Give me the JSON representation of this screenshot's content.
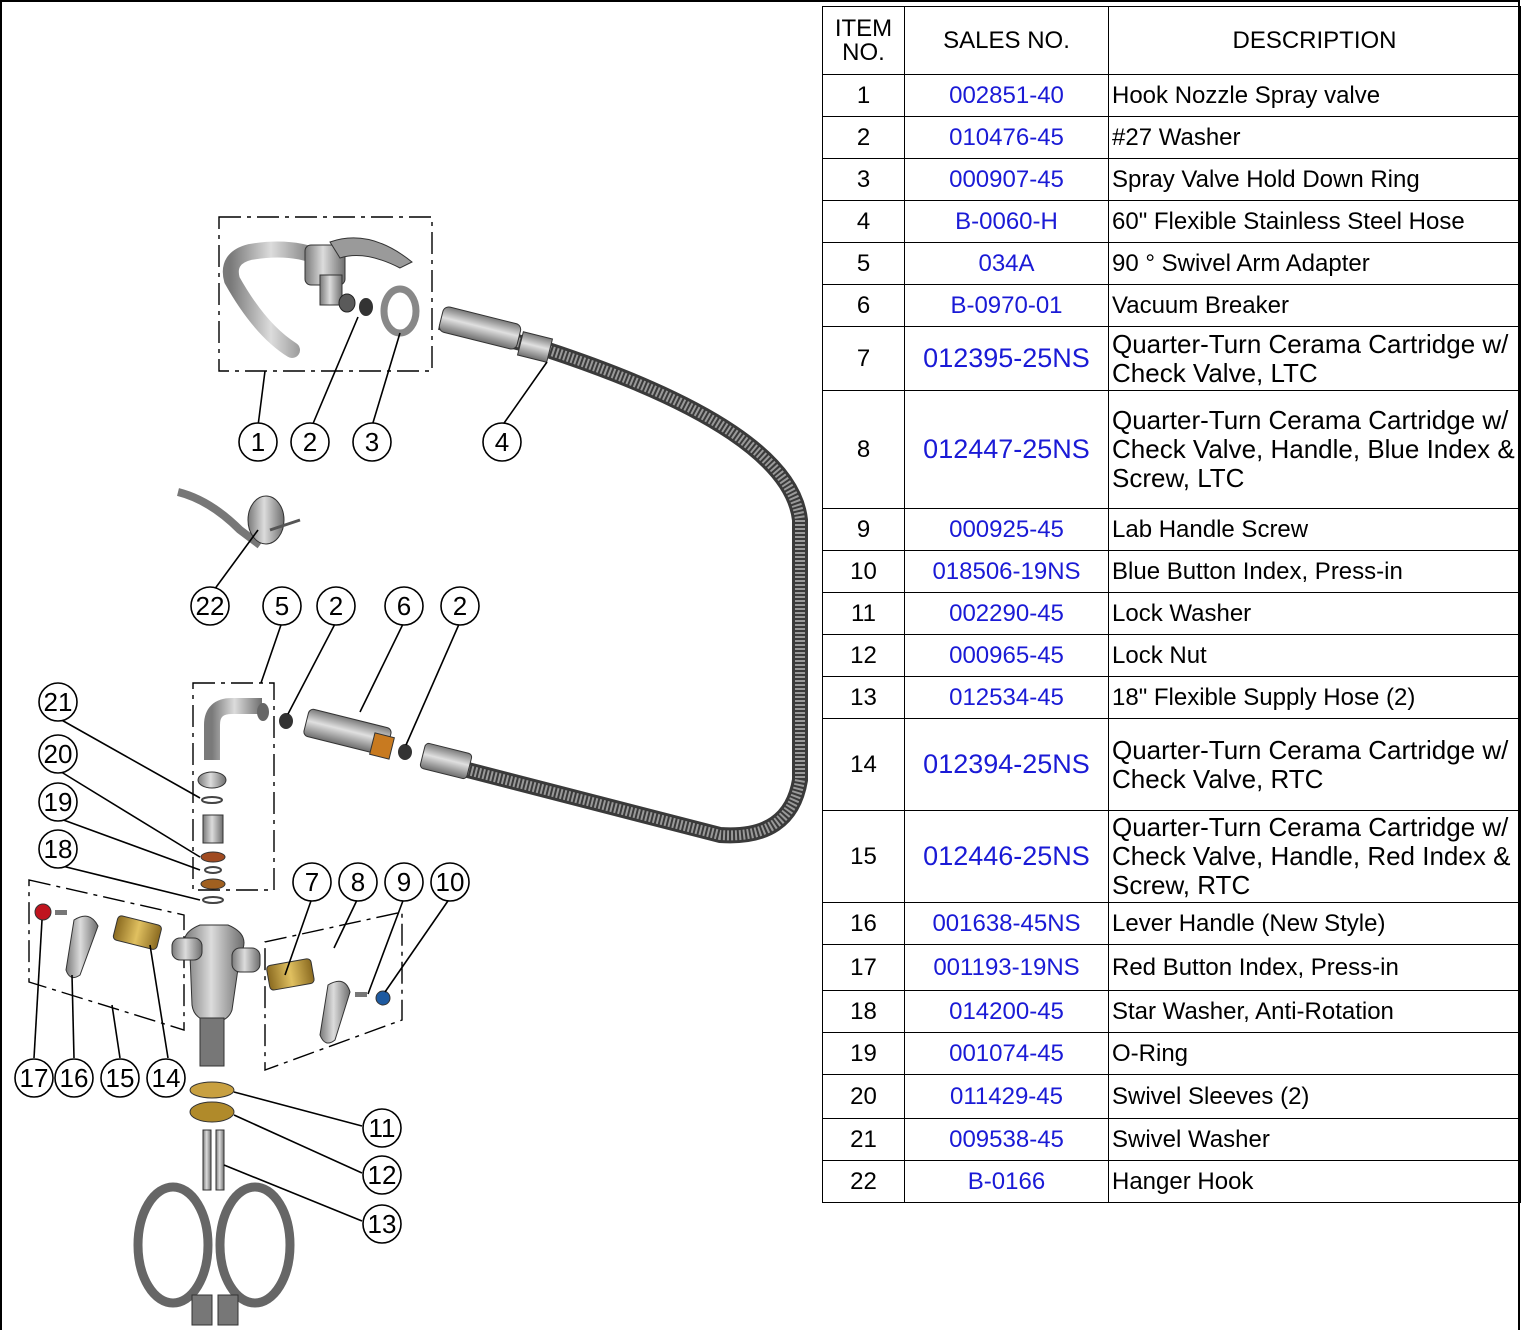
{
  "table": {
    "headers": {
      "item": "ITEM NO.",
      "sales": "SALES NO.",
      "description": "DESCRIPTION"
    },
    "rows": [
      {
        "item": "1",
        "sales": "002851-40",
        "description": "Hook Nozzle Spray valve"
      },
      {
        "item": "2",
        "sales": "010476-45",
        "description": "#27 Washer"
      },
      {
        "item": "3",
        "sales": "000907-45",
        "description": "Spray Valve Hold Down Ring"
      },
      {
        "item": "4",
        "sales": "B-0060-H",
        "description": "60\" Flexible Stainless Steel Hose"
      },
      {
        "item": "5",
        "sales": "034A",
        "description": "90 ° Swivel Arm Adapter"
      },
      {
        "item": "6",
        "sales": "B-0970-01",
        "description": "Vacuum Breaker"
      },
      {
        "item": "7",
        "sales": "012395-25NS",
        "description": "Quarter-Turn Cerama Cartridge w/ Check Valve, LTC"
      },
      {
        "item": "8",
        "sales": "012447-25NS",
        "description": "Quarter-Turn Cerama Cartridge w/ Check Valve, Handle, Blue Index & Screw, LTC"
      },
      {
        "item": "9",
        "sales": "000925-45",
        "description": "Lab Handle Screw"
      },
      {
        "item": "10",
        "sales": "018506-19NS",
        "description": "Blue Button Index, Press-in"
      },
      {
        "item": "11",
        "sales": "002290-45",
        "description": "Lock Washer"
      },
      {
        "item": "12",
        "sales": "000965-45",
        "description": "Lock Nut"
      },
      {
        "item": "13",
        "sales": "012534-45",
        "description": "18\" Flexible Supply Hose (2)"
      },
      {
        "item": "14",
        "sales": "012394-25NS",
        "description": "Quarter-Turn Cerama Cartridge w/ Check Valve, RTC"
      },
      {
        "item": "15",
        "sales": "012446-25NS",
        "description": "Quarter-Turn Cerama Cartridge w/ Check Valve, Handle, Red Index & Screw, RTC"
      },
      {
        "item": "16",
        "sales": "001638-45NS",
        "description": "Lever Handle (New Style)"
      },
      {
        "item": "17",
        "sales": "001193-19NS",
        "description": "Red Button Index, Press-in"
      },
      {
        "item": "18",
        "sales": "014200-45",
        "description": "Star Washer, Anti-Rotation"
      },
      {
        "item": "19",
        "sales": "001074-45",
        "description": "O-Ring"
      },
      {
        "item": "20",
        "sales": "011429-45",
        "description": "Swivel Sleeves (2)"
      },
      {
        "item": "21",
        "sales": "009538-45",
        "description": "Swivel Washer"
      },
      {
        "item": "22",
        "sales": "B-0166",
        "description": "Hanger Hook"
      }
    ]
  },
  "diagram": {
    "callouts": [
      "1",
      "2",
      "3",
      "4",
      "22",
      "5",
      "2",
      "6",
      "2",
      "21",
      "20",
      "19",
      "18",
      "7",
      "8",
      "9",
      "10",
      "17",
      "16",
      "15",
      "14",
      "11",
      "12",
      "13"
    ]
  },
  "colors": {
    "link_blue": "#1a1ad6",
    "brass": "#c8a040",
    "red_button": "#c0141e",
    "blue_button": "#1e5aa0"
  }
}
